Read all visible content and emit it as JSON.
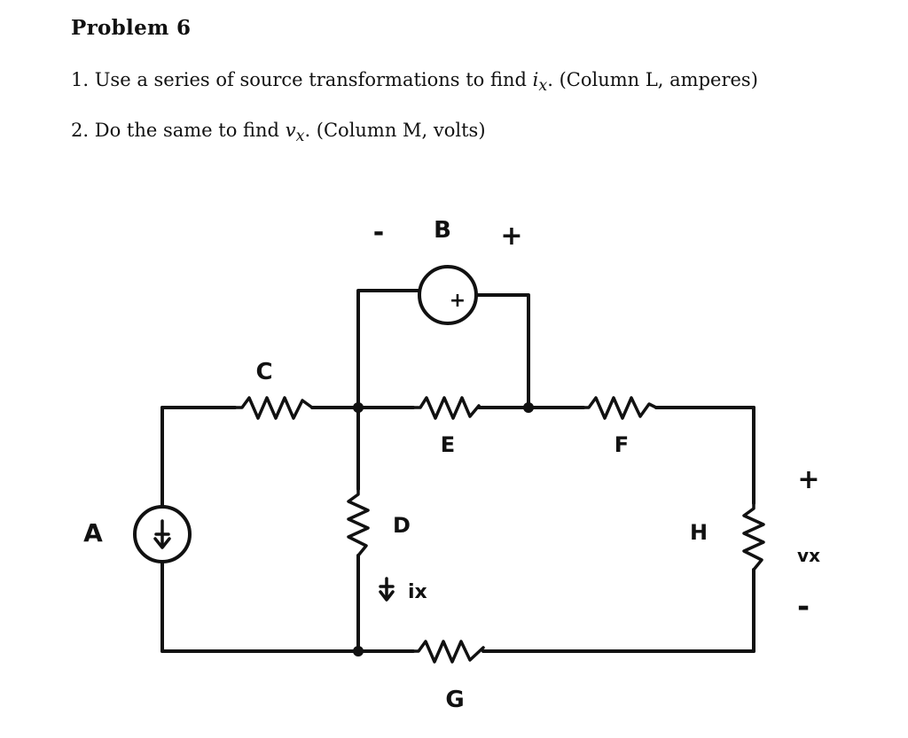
{
  "problem": {
    "title": "Problem 6",
    "items": [
      {
        "number": "1.",
        "text_before": "Use a series of source transformations to find ",
        "variable": "i",
        "subscript": "x",
        "text_after": ". (Column L, amperes)"
      },
      {
        "number": "2.",
        "text_before": "Do the same to find ",
        "variable": "v",
        "subscript": "x",
        "text_after": ". (Column M, volts)"
      }
    ]
  },
  "circuit": {
    "labels": {
      "A": "A",
      "B": "B",
      "C": "C",
      "D": "D",
      "E": "E",
      "F": "F",
      "G": "G",
      "H": "H"
    },
    "source_B_minus": "-",
    "source_B_plus": "+",
    "source_B_inner_sign": "+",
    "ix_label": "ix",
    "vx_label": "vx",
    "vx_plus": "+",
    "vx_minus": "-"
  }
}
